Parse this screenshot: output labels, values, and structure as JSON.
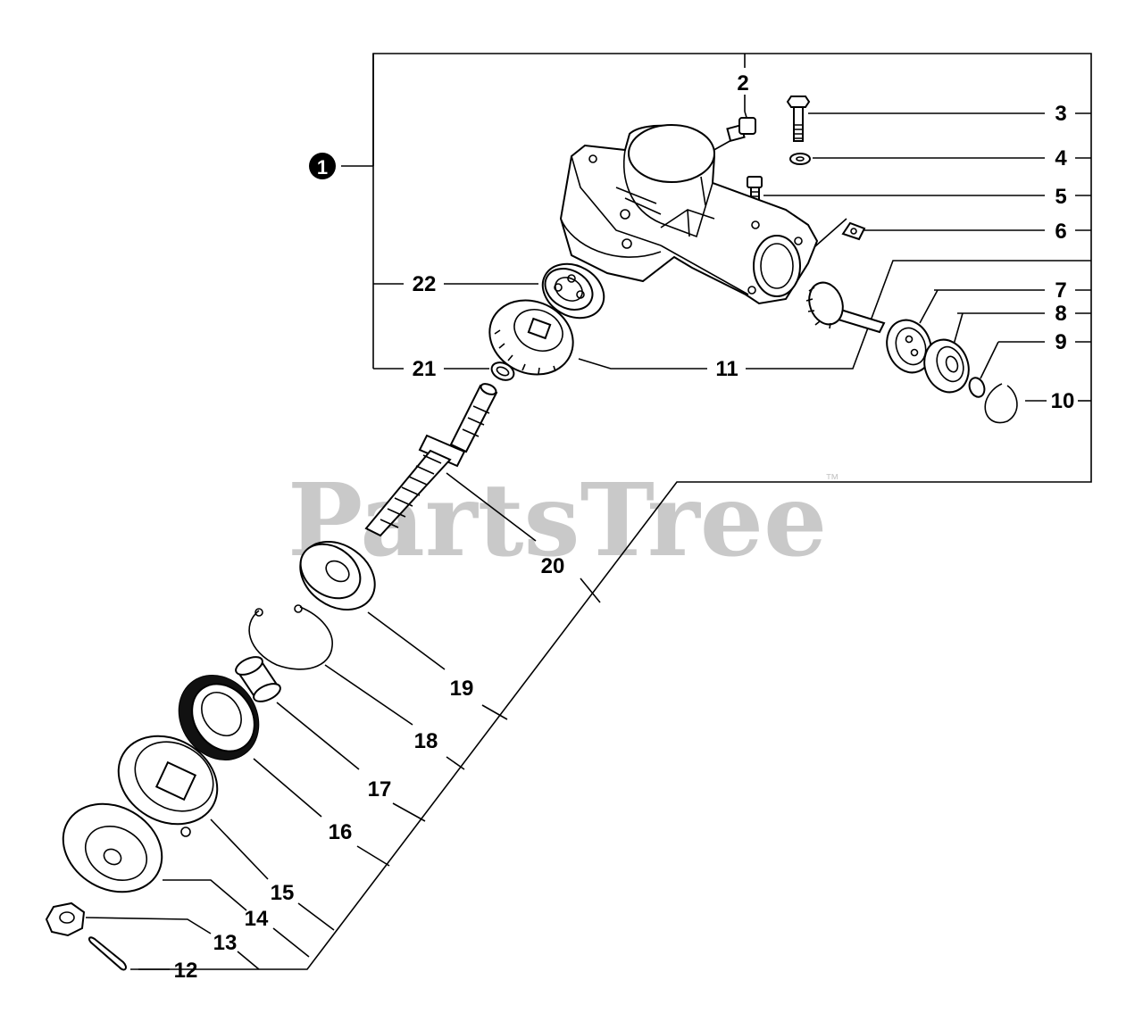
{
  "watermark": {
    "text": "PartsTree",
    "trademark": "™"
  },
  "assembly_badge": "1",
  "callouts": {
    "c2": "2",
    "c3": "3",
    "c4": "4",
    "c5": "5",
    "c6": "6",
    "c7": "7",
    "c8": "8",
    "c9": "9",
    "c10": "10",
    "c11": "11",
    "c12": "12",
    "c13": "13",
    "c14": "14",
    "c15": "15",
    "c16": "16",
    "c17": "17",
    "c18": "18",
    "c19": "19",
    "c20": "20",
    "c21": "21",
    "c22": "22"
  }
}
